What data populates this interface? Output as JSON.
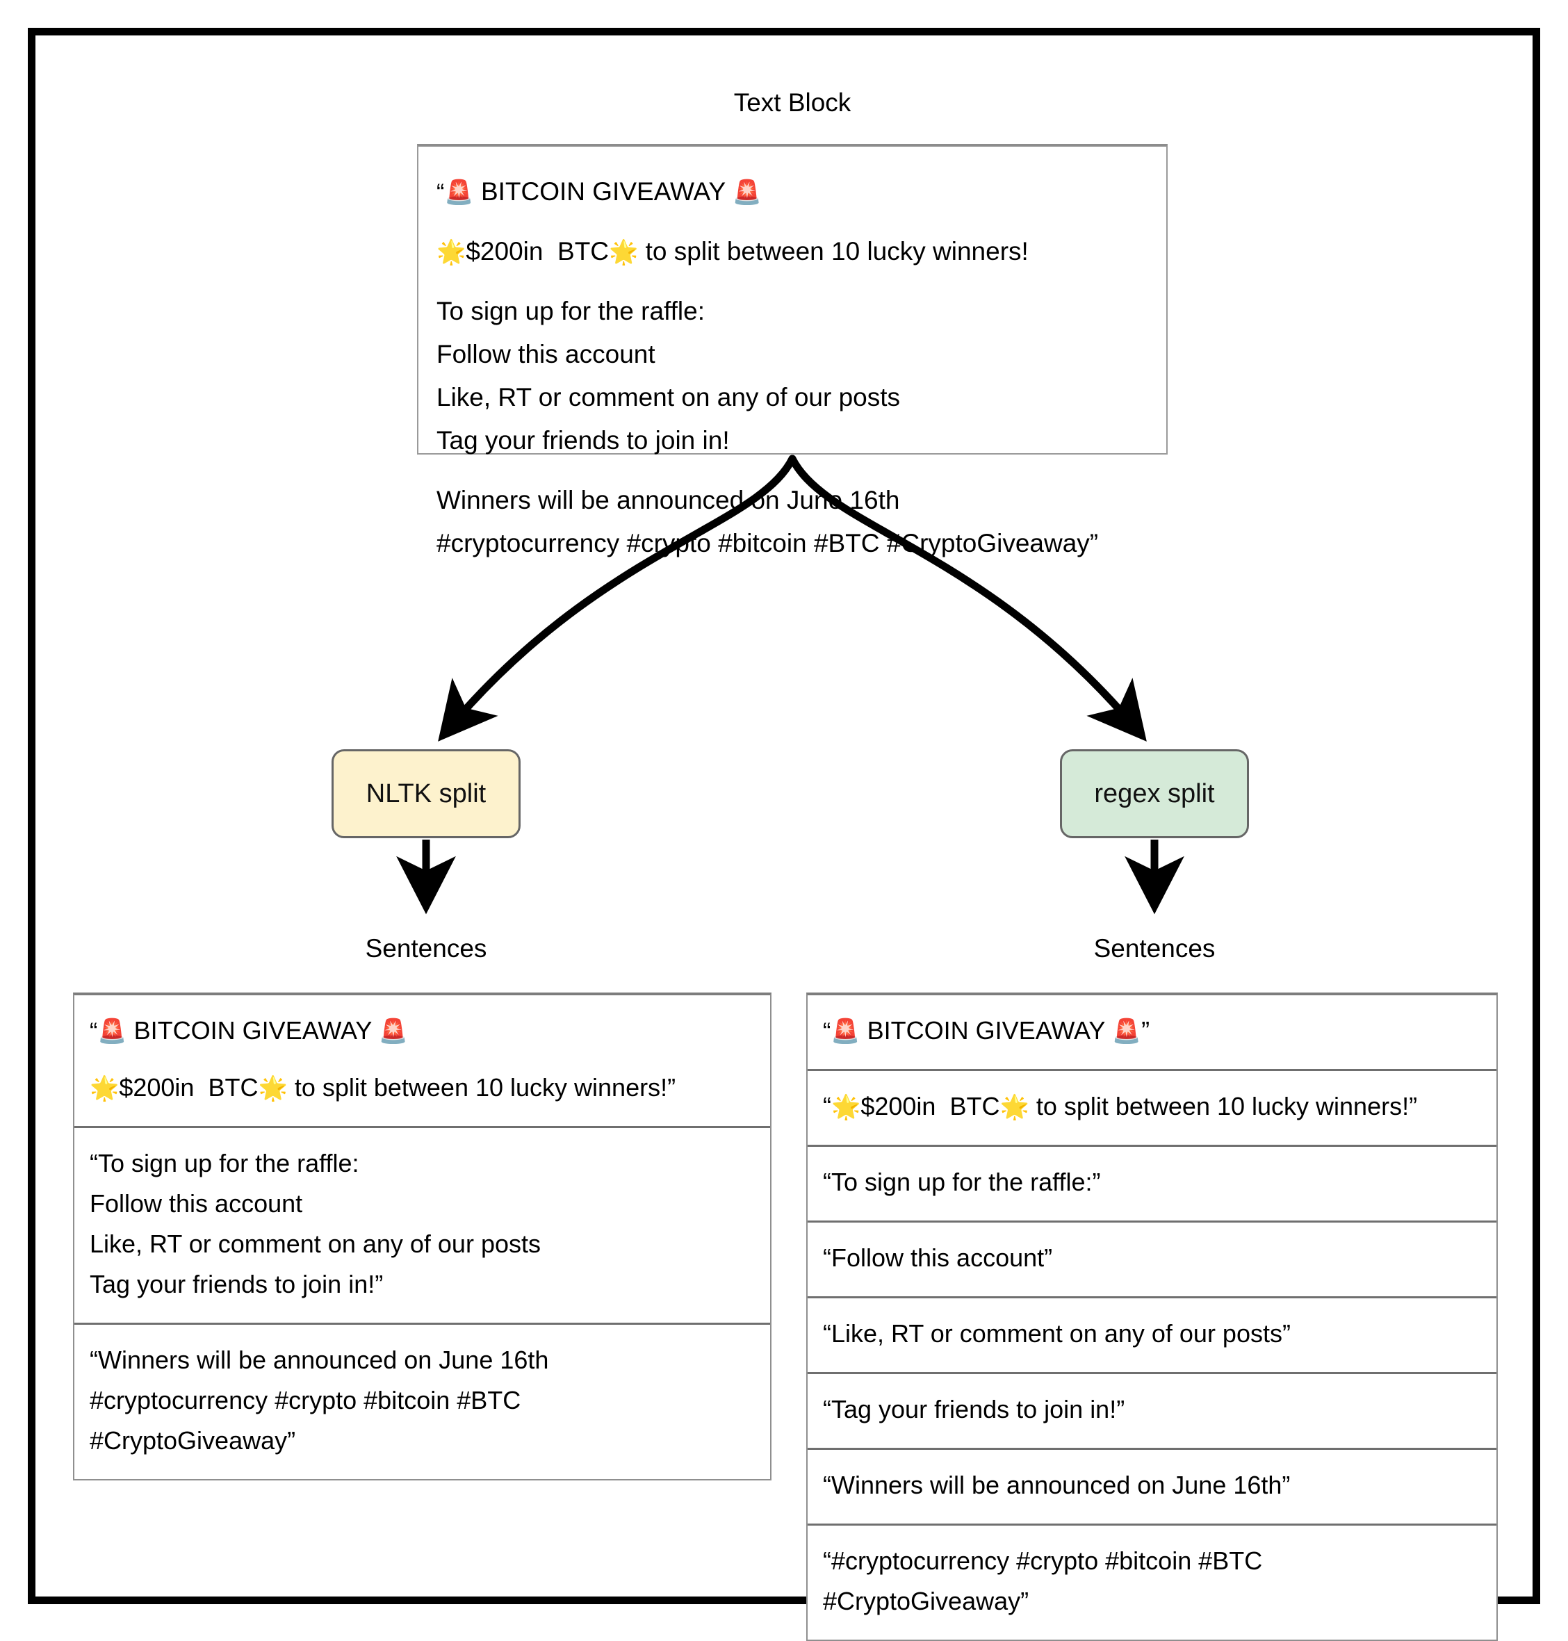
{
  "diagram": {
    "title_caption": "Text Block",
    "left_caption": "Sentences",
    "right_caption": "Sentences"
  },
  "colors": {
    "nltk_node_fill": "#fdf2cd",
    "regex_node_fill": "#d5ead8",
    "node_stroke": "#666666",
    "box_stroke": "#8f8f8f",
    "frame": "#000000",
    "arrow": "#000000"
  },
  "text_block": {
    "lines": [
      "“🚨 BITCOIN GIVEAWAY 🚨",
      "",
      "🌟$200in  BTC🌟 to split between 10 lucky winners!",
      "",
      "To sign up for the raffle:",
      "Follow this account",
      "Like, RT or comment on any of our posts",
      "Tag your friends to join in!",
      "",
      "Winners will be announced on June 16th",
      "#cryptocurrency #crypto #bitcoin #BTC #CryptoGiveaway”"
    ]
  },
  "nodes": {
    "nltk_label": "NLTK split",
    "regex_label": "regex split"
  },
  "nltk_sentences": [
    {
      "lines": [
        "“🚨 BITCOIN GIVEAWAY 🚨",
        "",
        "🌟$200in  BTC🌟 to split between 10 lucky winners!”"
      ]
    },
    {
      "lines": [
        "“To sign up for the raffle:",
        "Follow this account",
        "Like, RT or comment on any of our posts",
        "Tag your friends to join in!”"
      ]
    },
    {
      "lines": [
        "“Winners will be announced on June 16th",
        "#cryptocurrency #crypto #bitcoin #BTC",
        "#CryptoGiveaway”"
      ]
    }
  ],
  "regex_sentences": [
    {
      "lines": [
        "“🚨 BITCOIN GIVEAWAY 🚨”"
      ]
    },
    {
      "lines": [
        "“🌟$200in  BTC🌟 to split between 10 lucky winners!”"
      ]
    },
    {
      "lines": [
        "“To sign up for the raffle:”"
      ]
    },
    {
      "lines": [
        "“Follow this account”"
      ]
    },
    {
      "lines": [
        "“Like, RT or comment on any of our posts”"
      ]
    },
    {
      "lines": [
        "“Tag your friends to join in!”"
      ]
    },
    {
      "lines": [
        "“Winners will be announced on June 16th”"
      ]
    },
    {
      "lines": [
        "“#cryptocurrency #crypto #bitcoin #BTC",
        "#CryptoGiveaway”"
      ]
    }
  ],
  "icons": {
    "siren": "🚨",
    "star": "🌟"
  }
}
